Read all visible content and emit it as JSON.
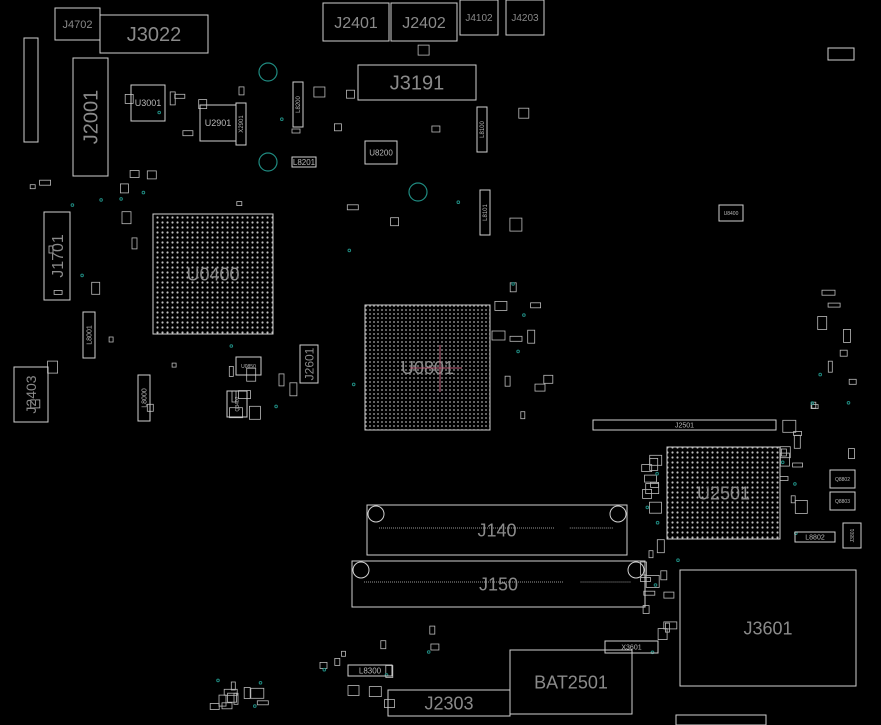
{
  "colors": {
    "background": "#000000",
    "outline": "#cfcfcf",
    "label": "#8a8a8a",
    "via": "#1f8a80",
    "crosshair": "#c0607a"
  },
  "components": {
    "J4702": "J4702",
    "J3022": "J3022",
    "J2401": "J2401",
    "J2402": "J2402",
    "J4102": "J4102",
    "J4203": "J4203",
    "J3191": "J3191",
    "J2001": "J2001",
    "J1701": "J1701",
    "U0400": "U0400",
    "U3001": "U3001",
    "U2901": "U2901",
    "U8200": "U8200",
    "L8201": "L8201",
    "J2403": "J2403",
    "L8001": "L8001",
    "L8000": "L8000",
    "U0801": "U0801",
    "J2601": "J2601",
    "J2501": "J2501",
    "U2501": "U2501",
    "J140": "J140",
    "J150": "J150",
    "J3601": "J3601",
    "BAT2501": "BAT2501",
    "J2303": "J2303",
    "X3601": "X3601",
    "L8300": "L8300",
    "L8802": "L8802",
    "U8400": "U8400",
    "L8200": "L8200",
    "X2901": "X2901",
    "L8101": "L8101",
    "L8100": "L8100",
    "J3801": "J3801",
    "Q8802": "Q8802",
    "Q8803": "Q8803",
    "U0850": "U0850",
    "Q3402": "Q3402"
  }
}
